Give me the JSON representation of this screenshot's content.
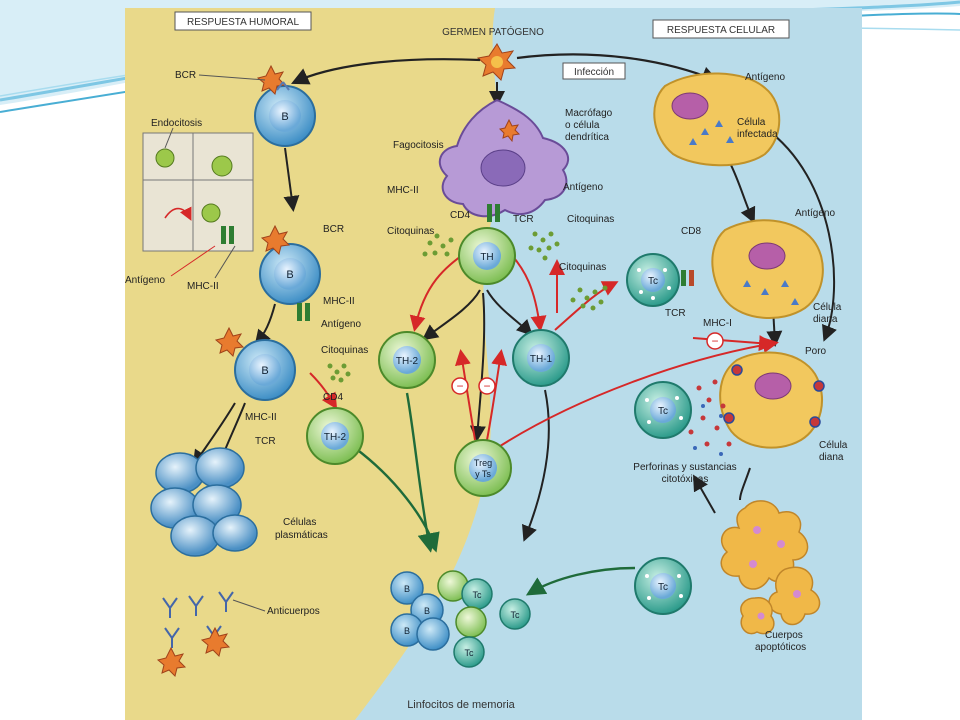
{
  "headers": {
    "humoral": "RESPUESTA HUMORAL",
    "celular": "RESPUESTA CELULAR",
    "germen": "GERMEN PATÓGENO",
    "infeccion": "Infección"
  },
  "labels": {
    "bcr_top": "BCR",
    "b_cell": "B",
    "endocitosis": "Endocitosis",
    "bcr_mid": "BCR",
    "antigeno_left": "Antígeno",
    "mhc2_left": "MHC-II",
    "mhc2_b": "MHC-II",
    "antigeno_b": "Antígeno",
    "citoquinas_b": "Citoquinas",
    "cd4_b": "CD4",
    "mhc2_b2": "MHC-II",
    "tcr_b": "TCR",
    "th2_pair": "TH-2",
    "th2_mid": "TH-2",
    "celulas": "Células",
    "plasmaticas": "plasmáticas",
    "anticuerpos": "Anticuerpos",
    "fagocitosis": "Fagocitosis",
    "macrofago_1": "Macrófago",
    "macrofago_2": "o célula",
    "macrofago_3": "dendrítica",
    "antigeno_mac": "Antígeno",
    "mhc2_mac": "MHC-II",
    "cd4_mac": "CD4",
    "tcr_mac": "TCR",
    "citoquinas_l": "Citoquinas",
    "citoquinas_r": "Citoquinas",
    "th": "TH",
    "th1": "TH-1",
    "treg_1": "Treg",
    "treg_2": "y Ts",
    "antigeno_inf": "Antígeno",
    "celula_inf_1": "Célula",
    "celula_inf_2": "infectada",
    "citoquinas_tc": "Citoquinas",
    "cd8": "CD8",
    "tc": "Tc",
    "tcr_tc": "TCR",
    "mhc1": "MHC-I",
    "antigeno_diana": "Antígeno",
    "celula_diana_1": "Célula",
    "celula_diana_2": "diana",
    "poro": "Poro",
    "celula_diana2_1": "Célula",
    "celula_diana2_2": "diana",
    "perforinas_1": "Perforinas y sustancias",
    "perforinas_2": "citotóxicas",
    "cuerpos_1": "Cuerpos",
    "cuerpos_2": "apoptóticos",
    "memoria": "Linfocitos de memoria",
    "minus": "−"
  },
  "colors": {
    "humoral_bg": "#e9d98a",
    "celular_bg": "#b9dcea",
    "b_cell": "#5ba6d6",
    "t_cell": "#9fd07a",
    "tc_cell": "#2e9c8c",
    "macrophage": "#a786c6",
    "infected": "#f2c85e",
    "arrow_red": "#d62828",
    "arrow_dark": "#222222",
    "arrow_green": "#1f6b3a"
  }
}
